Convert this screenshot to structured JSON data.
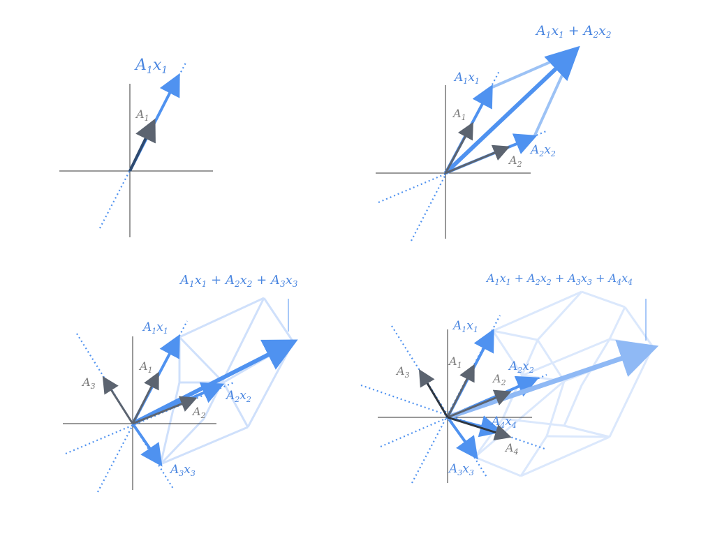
{
  "colors": {
    "vector_blue": "#4f92f0",
    "basis_gray": "#5c6470",
    "label_blue": "#4a86e0",
    "label_gray": "#7a7a7a",
    "axis": "#333333",
    "frame_light": "#cfe0fb"
  },
  "panels": [
    {
      "labels": {
        "a1": "A",
        "a1_sub": "1",
        "a1x1": "A",
        "a1x1_sub": "1",
        "a1x1_var": "x",
        "a1x1_var_sub": "1"
      }
    },
    {
      "labels": {
        "a1": "A",
        "a1_sub": "1",
        "a2": "A",
        "a2_sub": "2",
        "a1x1": "A1x1",
        "a2x2": "A2x2",
        "sum": "A1x1 + A2x2"
      }
    },
    {
      "labels": {
        "a1": "A1",
        "a2": "A2",
        "a3": "A3",
        "a1x1": "A1x1",
        "a2x2": "A2x2",
        "a3x3": "A3x3",
        "sum": "A1x1 + A2x2 + A3x3"
      }
    },
    {
      "labels": {
        "a1": "A1",
        "a2": "A2",
        "a3": "A3",
        "a4": "A4",
        "a1x1": "A1x1",
        "a2x2": "A2x2",
        "a3x3": "A3x3",
        "a4x4": "A4x4",
        "sum": "A1x1 + A2x2 + A3x3 + A4x4"
      }
    }
  ]
}
